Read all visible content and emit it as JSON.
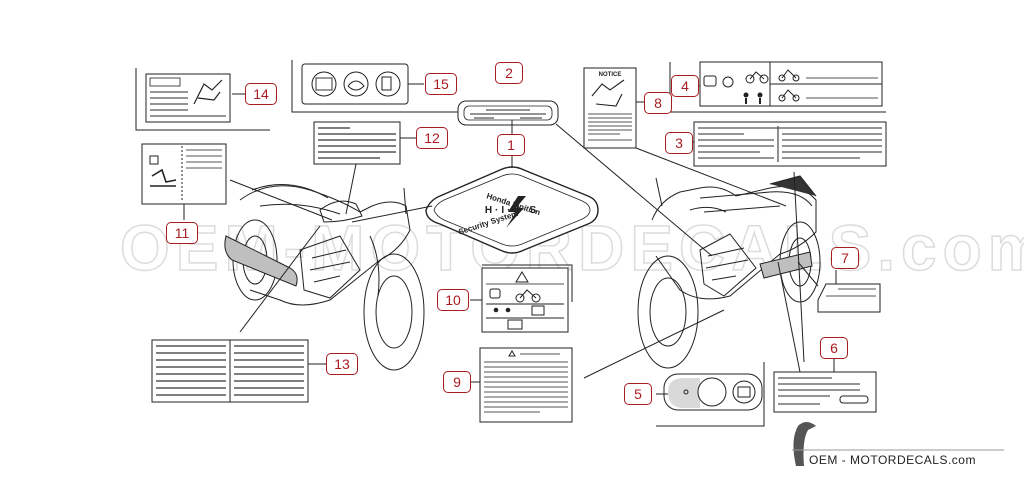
{
  "callouts": [
    {
      "id": "1",
      "label": "1"
    },
    {
      "id": "2",
      "label": "2"
    },
    {
      "id": "3",
      "label": "3"
    },
    {
      "id": "4",
      "label": "4"
    },
    {
      "id": "5",
      "label": "5"
    },
    {
      "id": "6",
      "label": "6"
    },
    {
      "id": "7",
      "label": "7"
    },
    {
      "id": "8",
      "label": "8"
    },
    {
      "id": "9",
      "label": "9"
    },
    {
      "id": "10",
      "label": "10"
    },
    {
      "id": "11",
      "label": "11"
    },
    {
      "id": "12",
      "label": "12"
    },
    {
      "id": "13",
      "label": "13"
    },
    {
      "id": "14",
      "label": "14"
    },
    {
      "id": "15",
      "label": "15"
    }
  ],
  "decal_texts": {
    "notice_heading": "NOTICE",
    "emblem_line_1": "Honda Ignition",
    "emblem_line_2": "H·I·S·S",
    "emblem_line_3": "Security System"
  },
  "watermark": {
    "text": "OEM-MOTORDECALS.com",
    "brand_caption": "OEM - MOTORDECALS.com"
  },
  "colors": {
    "callout_red": "#a81d22",
    "line_art": "#222222",
    "watermark_gray": "#dcdcdc"
  }
}
